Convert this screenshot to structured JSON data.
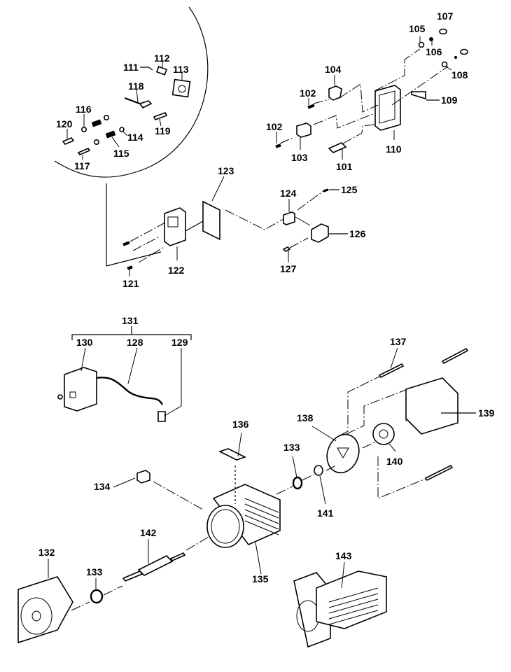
{
  "diagram": {
    "title": "",
    "type": "exploded parts diagram",
    "groups": {
      "switch_assembly_inset": [
        "111",
        "112",
        "113",
        "114",
        "115",
        "116",
        "117",
        "118",
        "119",
        "120"
      ],
      "capacitor_box": [
        "101",
        "102",
        "103",
        "104",
        "105",
        "106",
        "107",
        "108",
        "109",
        "110"
      ],
      "switch_box": [
        "121",
        "122",
        "123",
        "124",
        "125",
        "126",
        "127"
      ],
      "cord_set": {
        "label": "131",
        "members": [
          "130",
          "128",
          "129"
        ]
      },
      "motor": [
        "132",
        "133",
        "134",
        "135",
        "136",
        "137",
        "138",
        "139",
        "140",
        "141",
        "142",
        "143"
      ]
    },
    "labels": {
      "p101": "101",
      "p102a": "102",
      "p102b": "102",
      "p103": "103",
      "p104": "104",
      "p105": "105",
      "p106": "106",
      "p107": "107",
      "p108": "108",
      "p109": "109",
      "p110": "110",
      "p111": "111",
      "p112": "112",
      "p113": "113",
      "p114": "114",
      "p115": "115",
      "p116": "116",
      "p117": "117",
      "p118": "118",
      "p119": "119",
      "p120": "120",
      "p121": "121",
      "p122": "122",
      "p123": "123",
      "p124": "124",
      "p125": "125",
      "p126": "126",
      "p127": "127",
      "p128": "128",
      "p129": "129",
      "p130": "130",
      "p131": "131",
      "p132": "132",
      "p133a": "133",
      "p133b": "133",
      "p134": "134",
      "p135": "135",
      "p136": "136",
      "p137": "137",
      "p138": "138",
      "p139": "139",
      "p140": "140",
      "p141": "141",
      "p142": "142",
      "p143": "143"
    }
  }
}
